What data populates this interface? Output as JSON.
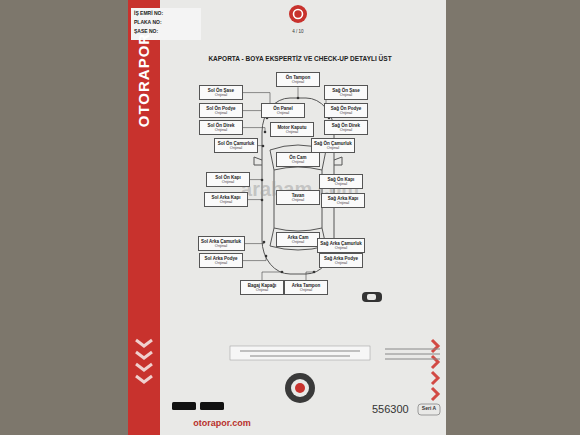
{
  "diagram": {
    "title": "KAPORTA - BOYA EKSPERTİZ VE CHECK-UP DETAYLI ÜST",
    "nodes": [
      {
        "text": [
          "Ön Tampon",
          "Orijinal"
        ]
      },
      {
        "text": [
          "Sol Ön Şase",
          "Orijinal"
        ]
      },
      {
        "text": [
          "Sağ Ön Şase",
          "Orijinal"
        ]
      },
      {
        "text": [
          "Ön Panel",
          "Orijinal"
        ]
      },
      {
        "text": [
          "Sol Ön Podye",
          "Orijinal"
        ]
      },
      {
        "text": [
          "Sağ Ön Podye",
          "Orijinal"
        ]
      },
      {
        "text": [
          "Sol Ön Direk",
          "Orijinal"
        ]
      },
      {
        "text": [
          "Sağ Ön Direk",
          "Orijinal"
        ]
      },
      {
        "text": [
          "Motor Kaputu",
          "Orijinal"
        ]
      },
      {
        "text": [
          "Sol Ön Çamurluk",
          "Orijinal"
        ]
      },
      {
        "text": [
          "Sağ Ön Çamurluk",
          "Orijinal"
        ]
      },
      {
        "text": [
          "Ön Cam",
          "Orijinal"
        ]
      },
      {
        "text": [
          "Sol Ön Kapı",
          "Orijinal"
        ]
      },
      {
        "text": [
          "Sağ Ön Kapı",
          "Orijinal"
        ]
      },
      {
        "text": [
          "Tavan",
          "Orijinal"
        ]
      },
      {
        "text": [
          "Sol Arka Kapı",
          "Orijinal"
        ]
      },
      {
        "text": [
          "Sağ Arka Kapı",
          "Orijinal"
        ]
      },
      {
        "text": [
          "Arka Cam",
          "Orijinal"
        ]
      },
      {
        "text": [
          "Sol Arka Çamurluk",
          "Orijinal"
        ]
      },
      {
        "text": [
          "Sağ Arka Çamurluk",
          "Orijinal"
        ]
      },
      {
        "text": [
          "Sol Arka Podye",
          "Orijinal"
        ]
      },
      {
        "text": [
          "Sağ Arka Podye",
          "Orijinal"
        ]
      },
      {
        "text": [
          "Bagaj Kapağı",
          "Orijinal"
        ]
      },
      {
        "text": [
          "Arka Tampon",
          "Orijinal"
        ]
      }
    ],
    "labels": [
      "İŞ EMRİ NO:",
      "PLAKA NO:",
      "ŞASE NO:",
      "OTORAPOR",
      "4 / 10",
      "arabam.com",
      "Seri A",
      "556300",
      "otorapor.com"
    ]
  }
}
